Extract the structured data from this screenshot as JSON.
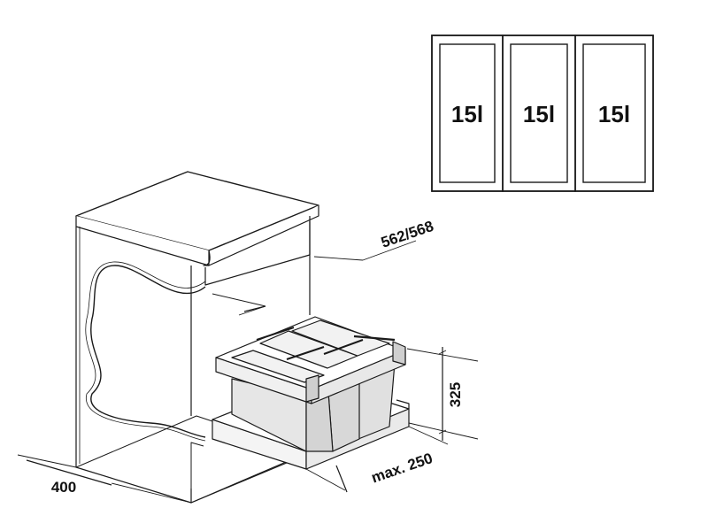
{
  "compartments": [
    {
      "label": "15l"
    },
    {
      "label": "15l"
    },
    {
      "label": "15l"
    }
  ],
  "dimensions": {
    "depth": "562/568",
    "height": "325",
    "max_offset": "max. 250",
    "width": "400"
  },
  "colors": {
    "line": "#1a1a1a",
    "cabinet_fill": "#ffffff",
    "bin_fill": "#e6e6e6",
    "frame_fill": "#f4f4f4"
  }
}
